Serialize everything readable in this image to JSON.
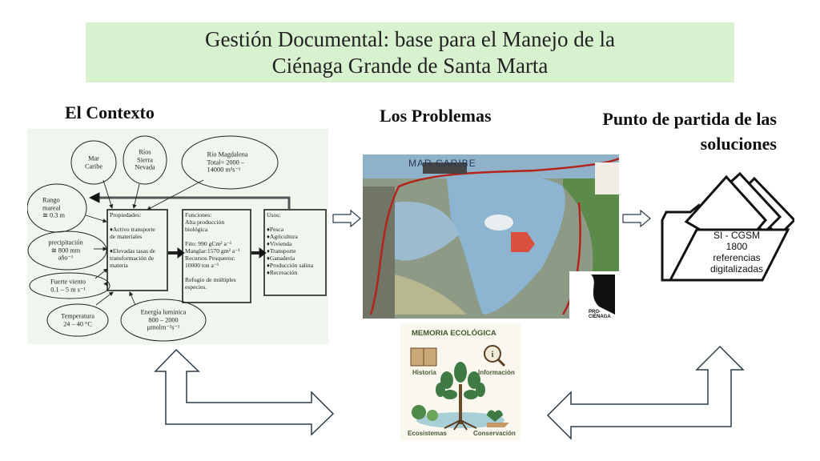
{
  "title": {
    "line1": "Gestión Documental: base para el Manejo de la",
    "line2": "Ciénaga Grande de Santa Marta"
  },
  "headings": {
    "context": "El Contexto",
    "problems": "Los Problemas",
    "solutions_line1": "Punto de partida de las",
    "solutions_line2": "soluciones"
  },
  "context_diagram": {
    "ovals": {
      "mar_caribe": [
        "Mar",
        "Caribe"
      ],
      "rios": [
        "Ríos",
        "Sierra",
        "Nevada"
      ],
      "magdalena": [
        "Río Magdalena",
        "Total= 2000 –",
        "14000 m³s⁻¹"
      ],
      "rango": [
        "Rango",
        "mareal",
        "≅ 0.3 m"
      ],
      "precipitacion": [
        "precipitación",
        "≅ 800 mm",
        "año⁻¹"
      ],
      "viento": [
        "Fuerte viento",
        "0.1 – 5 m s⁻¹"
      ],
      "temperatura": [
        "Temperatura",
        "24 – 40 °C"
      ],
      "energia": [
        "Energía lumínica",
        "800 – 2000",
        "μmolm⁻²s⁻¹"
      ]
    },
    "propiedades": [
      "Propiedades:",
      "",
      "♦Activo transporte",
      "de materiales",
      "",
      "♦Elevadas tasas de",
      "transformación de",
      "materia"
    ],
    "funciones": [
      "Funciones:",
      "Alta producción",
      "biológica",
      "",
      "Fito: 990 gCm² a⁻¹",
      "Manglar:1570 gm² a⁻¹",
      "Recursos Pesqueros:",
      "10000 ton a⁻¹",
      "",
      "Refugio de múltiples",
      "especies."
    ],
    "usos": [
      "Usos:",
      "",
      "♦Pesca",
      "♦Agricultura",
      "♦Vivienda",
      "♦Transporte",
      "♦Ganadería",
      "♦Producción salina",
      "♦Recreación"
    ]
  },
  "map": {
    "label": "MAR CARIBE",
    "logo": "PRO-CIÉNAGA"
  },
  "memoria": {
    "title": "MEMORIA ECOLÓGICA",
    "labels": {
      "historia": "Historia",
      "informacion": "Información",
      "ecosistemas": "Ecosistemas",
      "conservacion": "Conservación"
    }
  },
  "folder": {
    "lines": [
      "SI - CGSM",
      "1800",
      "referencias",
      "digitalizadas"
    ]
  },
  "colors": {
    "title_bg": "#d8f1cf",
    "diagram_bg": "#eef6ee",
    "arrow_stroke": "#2b3d4a"
  }
}
